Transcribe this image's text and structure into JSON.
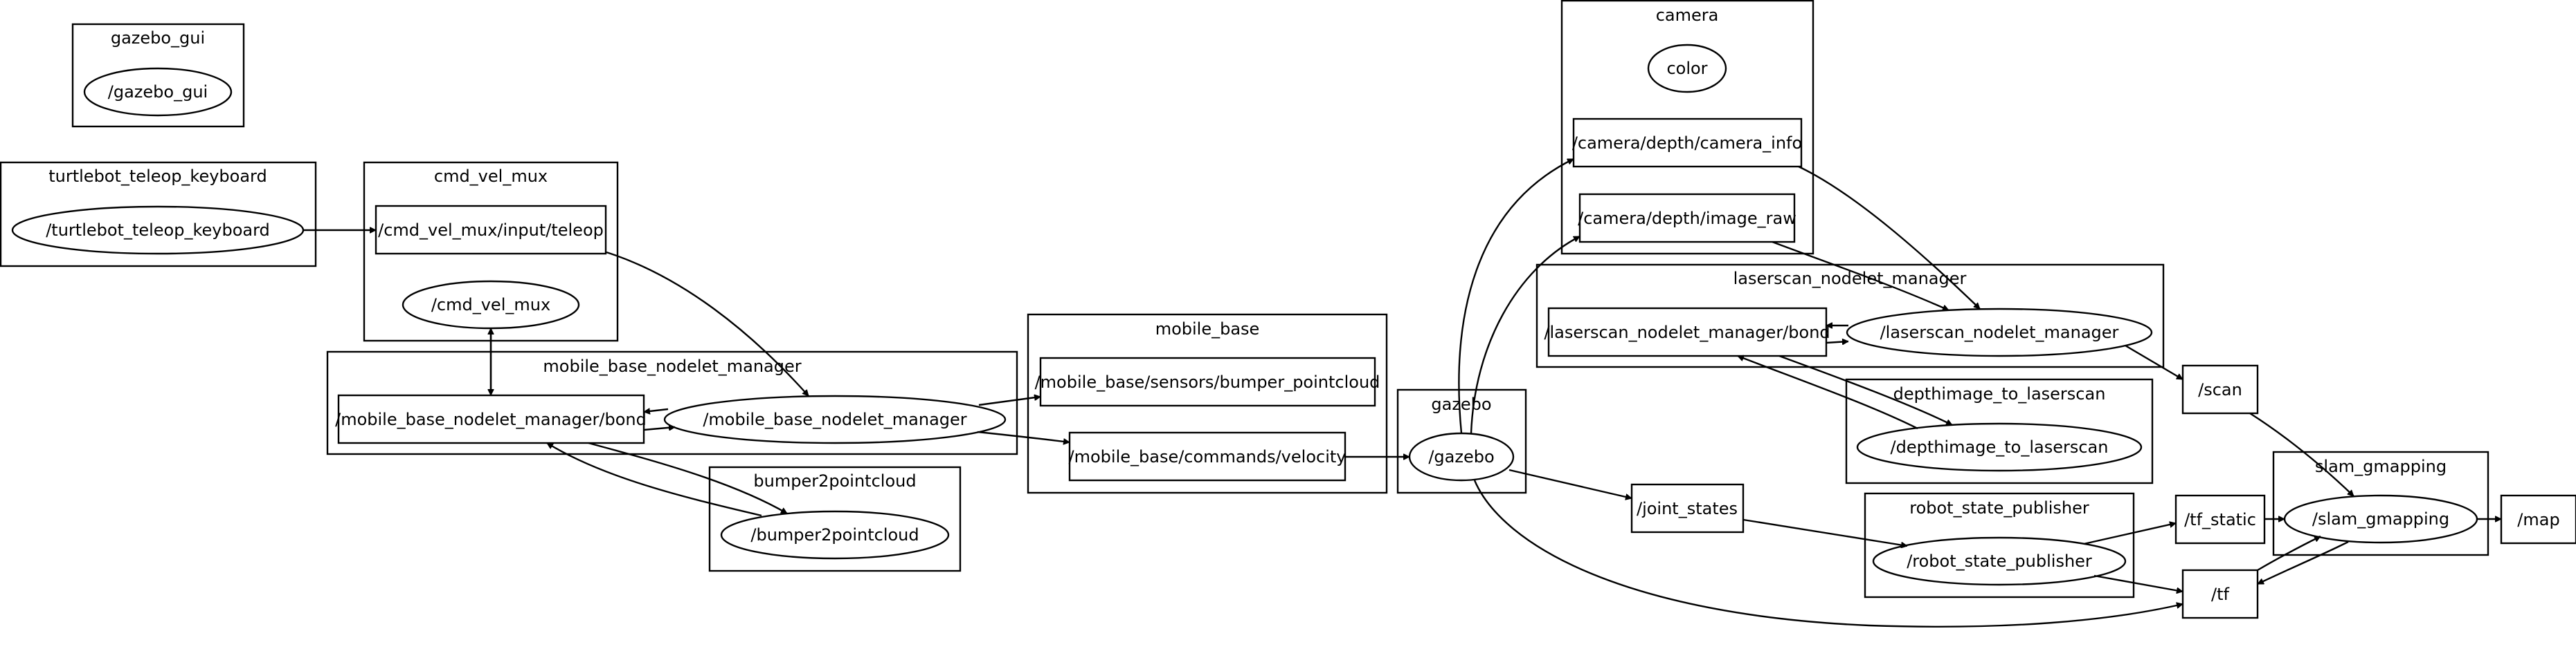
{
  "clusters": {
    "gazebo_gui": "gazebo_gui",
    "turtlebot_teleop_keyboard": "turtlebot_teleop_keyboard",
    "cmd_vel_mux": "cmd_vel_mux",
    "mobile_base_nodelet_manager": "mobile_base_nodelet_manager",
    "bumper2pointcloud": "bumper2pointcloud",
    "mobile_base": "mobile_base",
    "gazebo": "gazebo",
    "camera": "camera",
    "laserscan_nodelet_manager": "laserscan_nodelet_manager",
    "depthimage_to_laserscan": "depthimage_to_laserscan",
    "robot_state_publisher": "robot_state_publisher",
    "slam_gmapping": "slam_gmapping"
  },
  "nodes": {
    "gazebo_gui": "/gazebo_gui",
    "turtlebot_teleop_keyboard": "/turtlebot_teleop_keyboard",
    "cmd_vel_mux_input_teleop": "/cmd_vel_mux/input/teleop",
    "cmd_vel_mux": "/cmd_vel_mux",
    "mobile_base_nodelet_manager_bond": "/mobile_base_nodelet_manager/bond",
    "mobile_base_nodelet_manager": "/mobile_base_nodelet_manager",
    "bumper2pointcloud": "/bumper2pointcloud",
    "bumper_pointcloud": "/mobile_base/sensors/bumper_pointcloud",
    "commands_velocity": "/mobile_base/commands/velocity",
    "gazebo": "/gazebo",
    "camera_color": "color",
    "camera_info": "/camera/depth/camera_info",
    "image_raw": "/camera/depth/image_raw",
    "laserscan_bond": "/laserscan_nodelet_manager/bond",
    "laserscan_nodelet_manager": "/laserscan_nodelet_manager",
    "depthimage_to_laserscan": "/depthimage_to_laserscan",
    "scan": "/scan",
    "joint_states": "/joint_states",
    "robot_state_publisher": "/robot_state_publisher",
    "tf_static": "/tf_static",
    "tf": "/tf",
    "slam_gmapping": "/slam_gmapping",
    "map": "/map"
  }
}
